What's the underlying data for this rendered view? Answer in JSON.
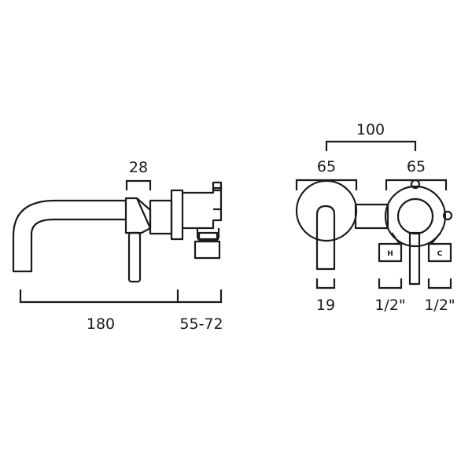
{
  "dimensions": {
    "side_handle_width": "28",
    "side_spout_length": "180",
    "side_wall_depth": "55-72",
    "front_overall_width": "100",
    "front_left_plate": "65",
    "front_right_plate": "65",
    "front_lever_width": "19",
    "front_hot_inlet": "1/2\"",
    "front_cold_inlet": "1/2\""
  },
  "valve_labels": {
    "hot": "H",
    "cold": "C"
  }
}
